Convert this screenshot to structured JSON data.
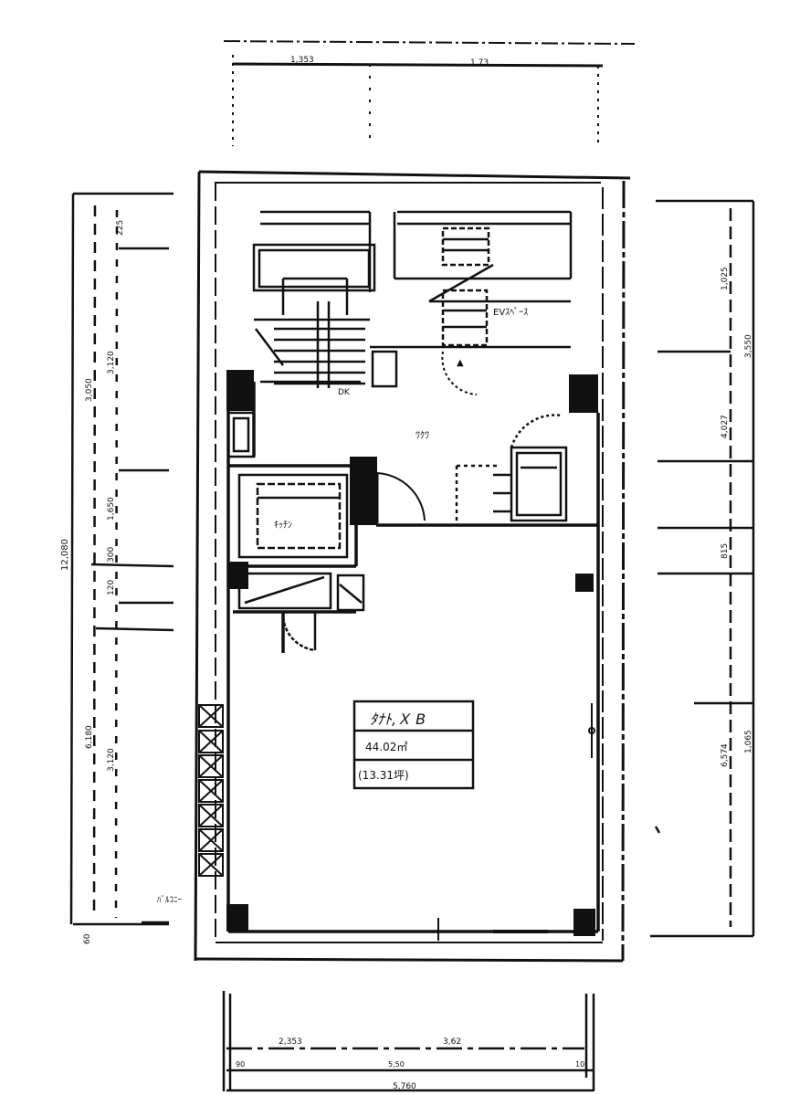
{
  "plan": {
    "room_label": "ﾜｸﾜ",
    "stair_label": "EVｽﾍﾟｰｽ",
    "kitchen_label": "ｷｯﾁﾝ",
    "main_label": "ﾀﾅﾄ,Ｘ B",
    "area": "44.02㎡",
    "area_tsubo": "(13.31坪)",
    "window_label": "ﾊﾞﾙｺﾆｰ",
    "x_mark": "DK"
  },
  "dims": {
    "top_left": "1,353",
    "top_right": "1,73",
    "left_total": "12,080",
    "left_1": "225",
    "left_2": "3,120",
    "left_3": "3,050",
    "left_4": "1,650",
    "left_5": "300",
    "left_6": "120",
    "left_7": "6,180",
    "left_8": "3,120",
    "left_9": "60",
    "right_1": "1,025",
    "right_2": "3,550",
    "right_3": "4,027",
    "right_4": "815",
    "right_5": "6,574",
    "right_6": "1,065",
    "bottom_1": "2,353",
    "bottom_2": "3,62",
    "bottom_3": "90",
    "bottom_4": "5,50",
    "bottom_5": "10",
    "bottom_total": "5,760"
  },
  "colors": {
    "ink": "#111111",
    "paper": "#ffffff"
  }
}
